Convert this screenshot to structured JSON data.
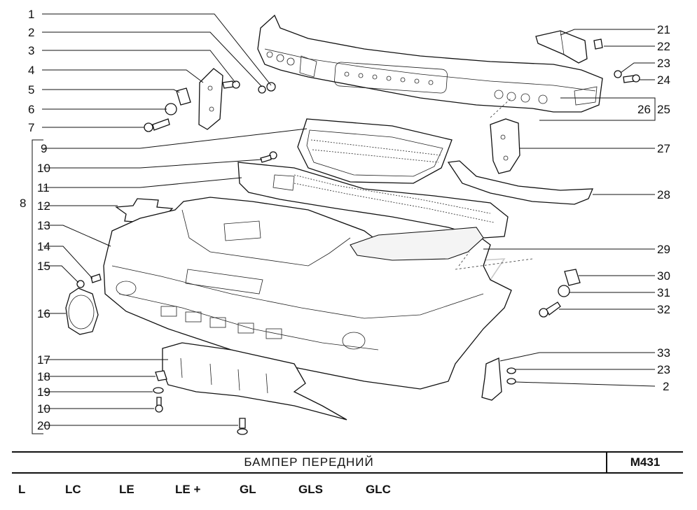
{
  "title": "БАМПЕР   ПЕРЕДНИЙ",
  "code": "M431",
  "variants": [
    "L",
    "LC",
    "LE",
    "LE +",
    "GL",
    "GLS",
    "GLC"
  ],
  "callouts_left": [
    "1",
    "2",
    "3",
    "4",
    "5",
    "6",
    "7",
    "9",
    "10",
    "11",
    "12",
    "13",
    "14",
    "15",
    "16",
    "17",
    "18",
    "19",
    "10",
    "20"
  ],
  "group_label": "8",
  "callouts_right": [
    "21",
    "22",
    "23",
    "24",
    "26",
    "25",
    "27",
    "28",
    "29",
    "30",
    "31",
    "32",
    "33",
    "23",
    "2"
  ]
}
